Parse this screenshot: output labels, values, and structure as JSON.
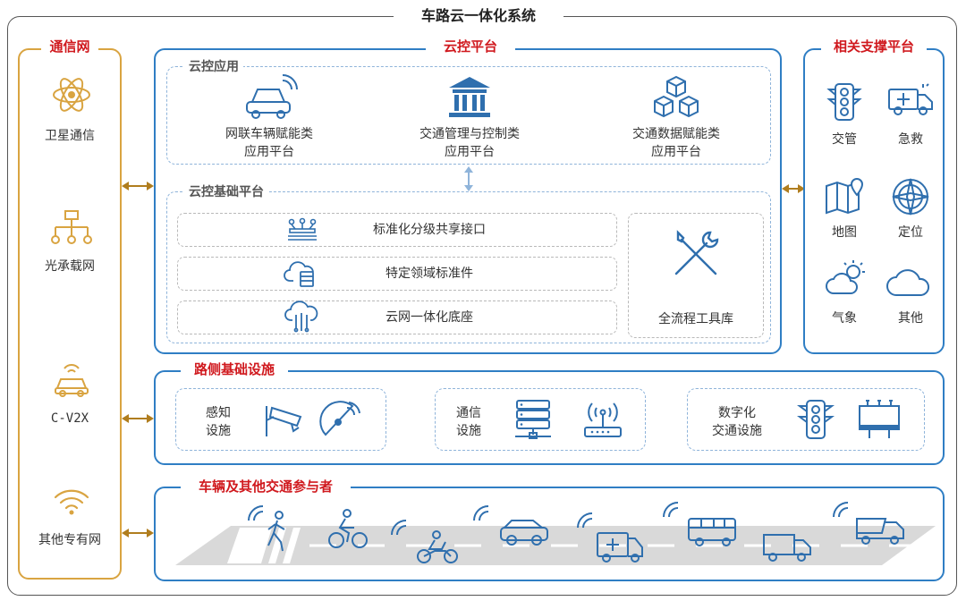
{
  "title": "车路云一体化系统",
  "comm": {
    "title": "通信网",
    "items": [
      "卫星通信",
      "光承载网",
      "C-V2X",
      "其他专有网"
    ]
  },
  "cloud": {
    "title": "云控平台",
    "apps": {
      "title": "云控应用",
      "items": [
        {
          "line1": "网联车辆赋能类",
          "line2": "应用平台"
        },
        {
          "line1": "交通管理与控制类",
          "line2": "应用平台"
        },
        {
          "line1": "交通数据赋能类",
          "line2": "应用平台"
        }
      ]
    },
    "base": {
      "title": "云控基础平台",
      "rows": [
        "标准化分级共享接口",
        "特定领域标准件",
        "云网一体化底座"
      ],
      "tool": "全流程工具库"
    }
  },
  "support": {
    "title": "相关支撑平台",
    "items": [
      "交管",
      "急救",
      "地图",
      "定位",
      "气象",
      "其他"
    ]
  },
  "roadside": {
    "title": "路侧基础设施",
    "groups": [
      {
        "line1": "感知",
        "line2": "设施"
      },
      {
        "line1": "通信",
        "line2": "设施"
      },
      {
        "line1": "数字化",
        "line2": "交通设施"
      }
    ]
  },
  "vehicles": {
    "title": "车辆及其他交通参与者"
  },
  "colors": {
    "gold": "#d9a441",
    "blue": "#2f7ec4",
    "red": "#d0191e",
    "icon": "#2f6fae"
  }
}
